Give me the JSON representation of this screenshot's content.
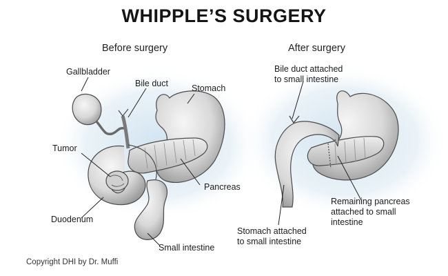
{
  "title": "WHIPPLE’S SURGERY",
  "before": {
    "heading": "Before surgery",
    "labels": {
      "gallbladder": "Gallbladder",
      "bile_duct": "Bile duct",
      "stomach": "Stomach",
      "tumor": "Tumor",
      "pancreas": "Pancreas",
      "duodenum": "Duodenum",
      "small_intestine": "Small intestine"
    }
  },
  "after": {
    "heading": "After surgery",
    "labels": {
      "bile_duct_line1": "Bile duct attached",
      "bile_duct_line2": "to small intestine",
      "pancreas_line1": "Remaining pancreas",
      "pancreas_line2": "attached to small",
      "pancreas_line3": "intestine",
      "stomach_line1": "Stomach attached",
      "stomach_line2": "to small intestine"
    }
  },
  "copyright": "Copyright DHI by Dr. Muffi",
  "colors": {
    "background_wash": "#d6e7f2",
    "organ_fill": "#e4e4e4",
    "organ_shade": "#a9a9a9",
    "outline": "#4a4a4a"
  }
}
